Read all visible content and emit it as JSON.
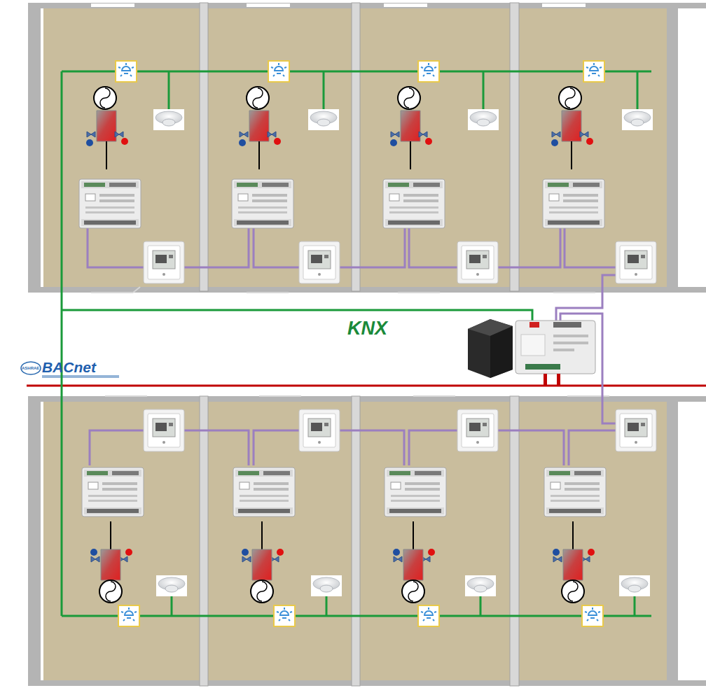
{
  "diagram": {
    "labels": [
      "KNX",
      "ASHRAE",
      "BACnet"
    ]
  }
}
